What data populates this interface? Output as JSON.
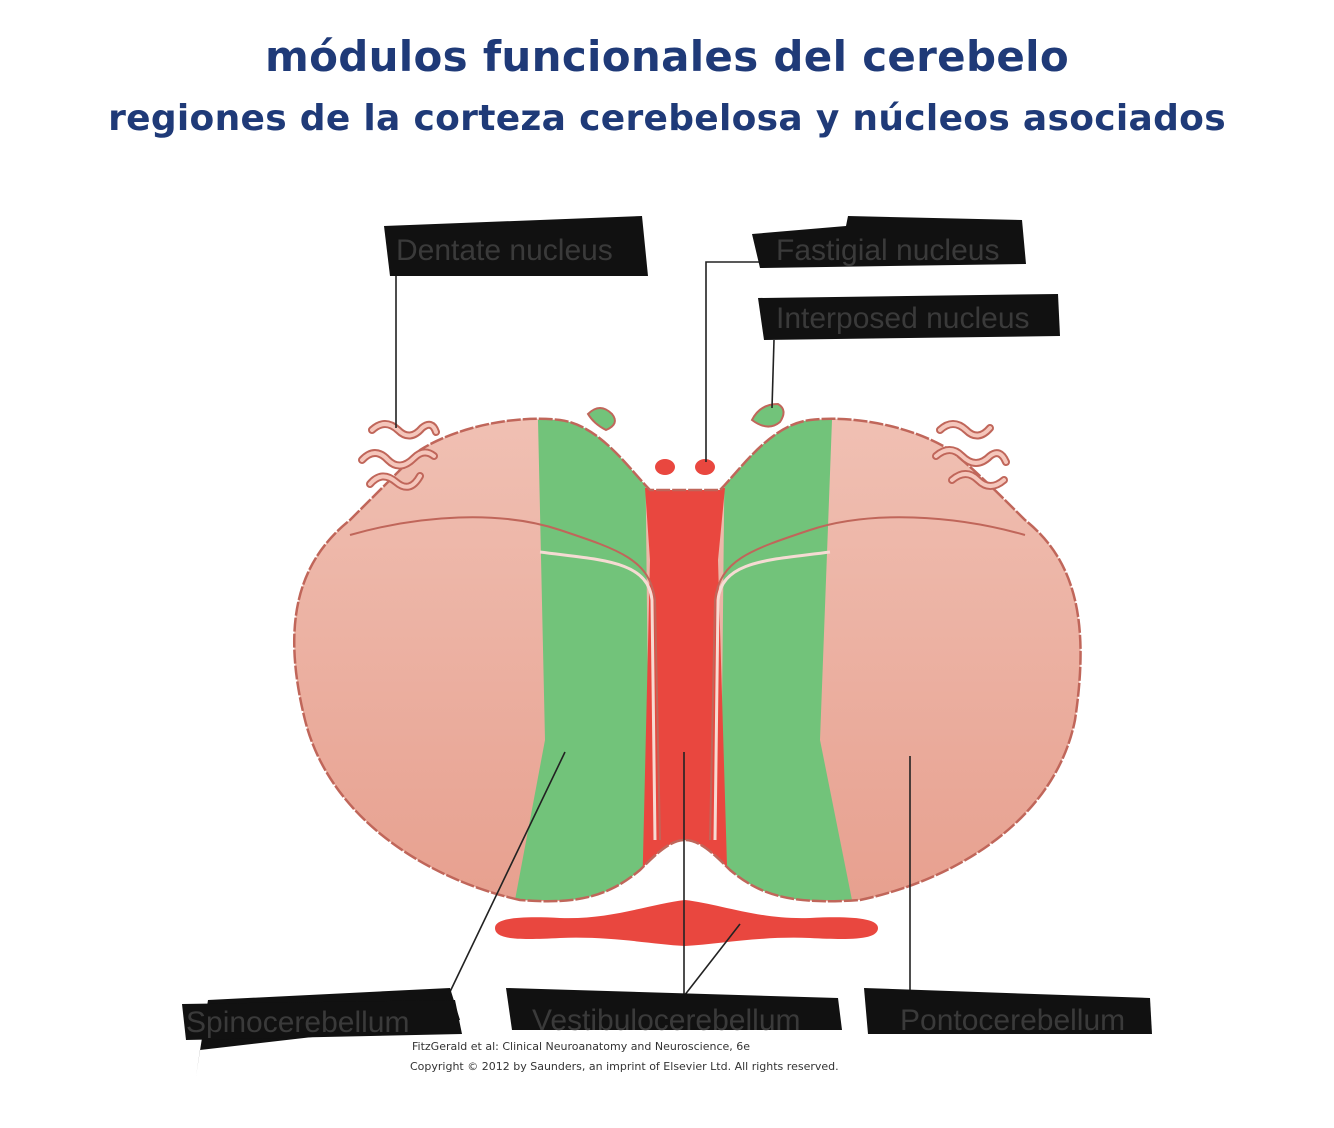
{
  "title": "módulos funcionales del cerebelo",
  "subtitle": "regiones de la corteza cerebelosa  y núcleos asociados",
  "labels": {
    "dentate": "Dentate nucleus",
    "fastigial": "Fastigial nucleus",
    "interposed": "Interposed nucleus",
    "spinocerebellum": "Spinocerebellum",
    "vestibulocerebellum": "Vestibulocerebellum",
    "pontocerebellum": "Pontocerebellum"
  },
  "credit": {
    "line1": "FitzGerald et al: Clinical Neuroanatomy and Neuroscience, 6e",
    "line2": "Copyright © 2012 by Saunders, an imprint of Elsevier Ltd. All rights reserved."
  },
  "colors": {
    "title": "#1f3a78",
    "cortex_pink": "#eeb0a2",
    "green_zone": "#72c37a",
    "red_zone": "#e9473f",
    "outline": "#c0665a",
    "redaction": "#111111"
  }
}
